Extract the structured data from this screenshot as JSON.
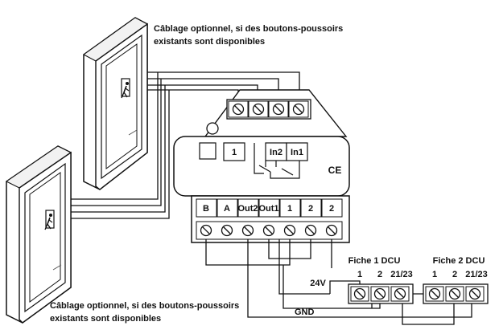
{
  "notes": {
    "top_line1": "Câblage optionnel, si des boutons-poussoirs",
    "top_line2": "existants sont disponibles",
    "bottom_line1": "Câblage optionnel, si des boutons-poussoirs",
    "bottom_line2": "existants sont disponibles"
  },
  "module": {
    "relay_labels": [
      "1",
      "In2",
      "In1"
    ],
    "ce_mark": "CE",
    "bottom_terminal_labels": [
      "B",
      "A",
      "Out2",
      "Out1",
      "1",
      "2",
      "2"
    ]
  },
  "connectors": {
    "fiche1": {
      "title": "Fiche 1 DCU",
      "pins": [
        "1",
        "2",
        "21/23"
      ]
    },
    "fiche2": {
      "title": "Fiche 2 DCU",
      "pins": [
        "1",
        "2",
        "21/23"
      ]
    }
  },
  "power": {
    "voltage": "24V",
    "ground": "GND"
  },
  "icons": [
    "door-exit-icon",
    "screw-terminal-icon",
    "ce-mark-icon"
  ]
}
